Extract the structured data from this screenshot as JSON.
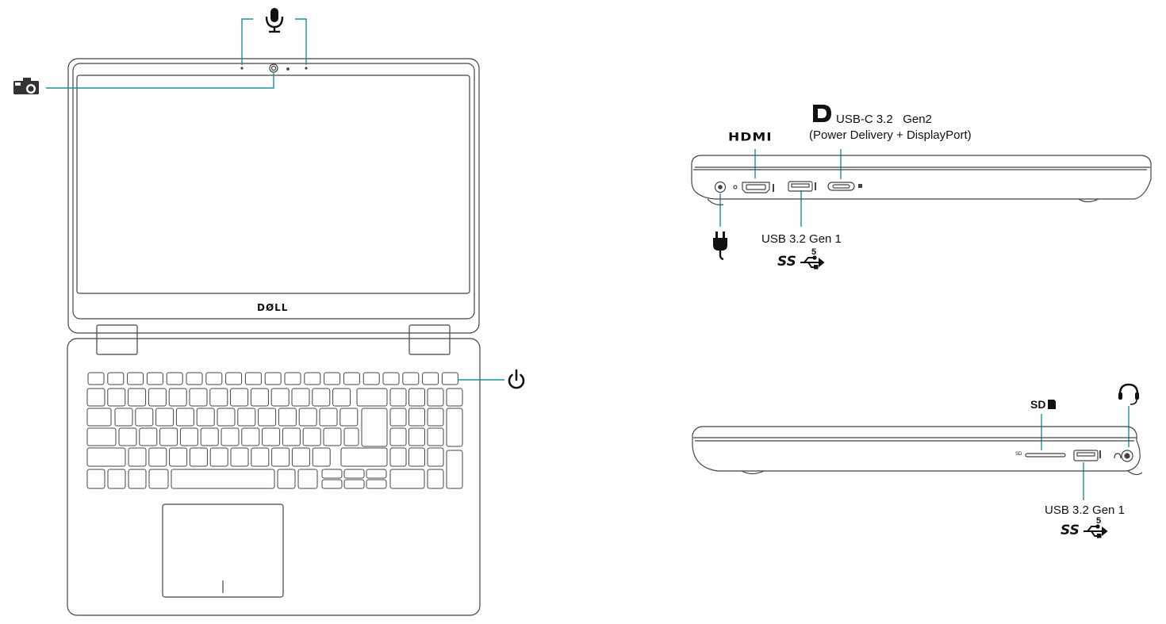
{
  "laptop": {
    "brand_logo": "DØLL"
  },
  "left_side": {
    "hdmi_logo": "HDMI",
    "usbc_label_line1": "USB-C 3.2   Gen2",
    "usbc_label_line2": "(Power Delivery + DisplayPort)",
    "usb_a_label": "USB 3.2 Gen 1",
    "superspeed_text": "SS",
    "superspeed_number": "5"
  },
  "right_side": {
    "sd_label": "SD",
    "sd_slot_tiny_label": "SD",
    "usb_a_label": "USB 3.2 Gen 1",
    "superspeed_text": "SS",
    "superspeed_number": "5"
  },
  "icons": {
    "microphone": "microphone-icon",
    "camera": "camera-icon",
    "power": "power-icon",
    "plug": "power-plug-icon",
    "displayport": "displayport-icon",
    "headset": "headset-icon",
    "sd_card": "sd-card-icon",
    "usb": "usb-trident-icon"
  },
  "colors": {
    "callout_line": "#1a8fa3",
    "outline": "#444444",
    "text": "#111111"
  }
}
